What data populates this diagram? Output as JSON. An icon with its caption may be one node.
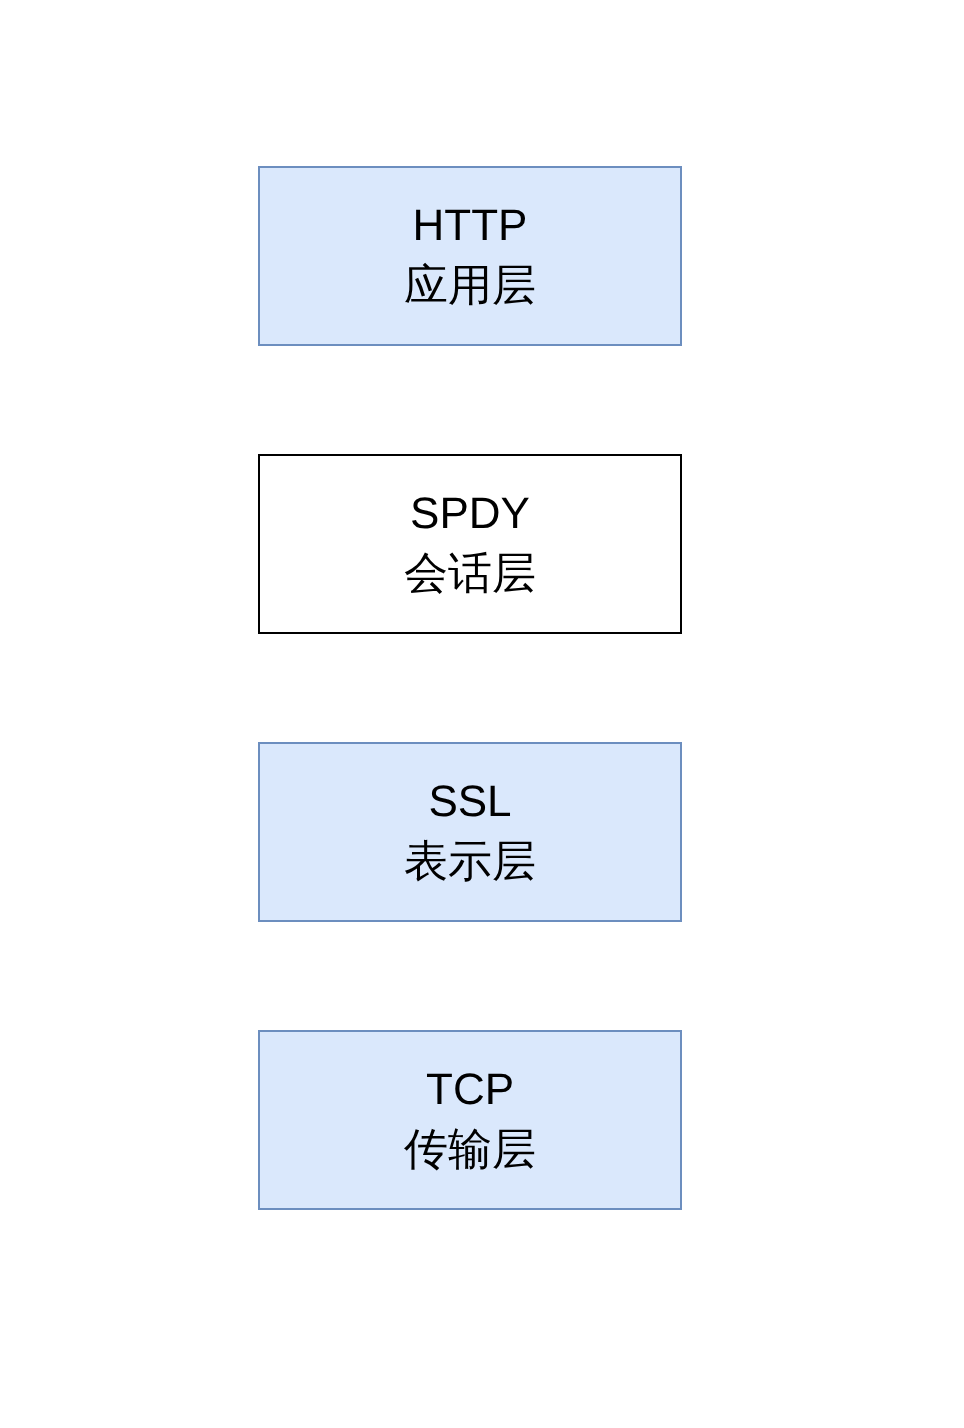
{
  "diagram": {
    "nodes": [
      {
        "text": [
          "HTTP",
          "应用层"
        ]
      },
      {
        "text": [
          "SPDY",
          "会话层"
        ]
      },
      {
        "text": [
          "SSL",
          "表示层"
        ]
      },
      {
        "text": [
          "TCP",
          "传输层"
        ]
      }
    ]
  }
}
